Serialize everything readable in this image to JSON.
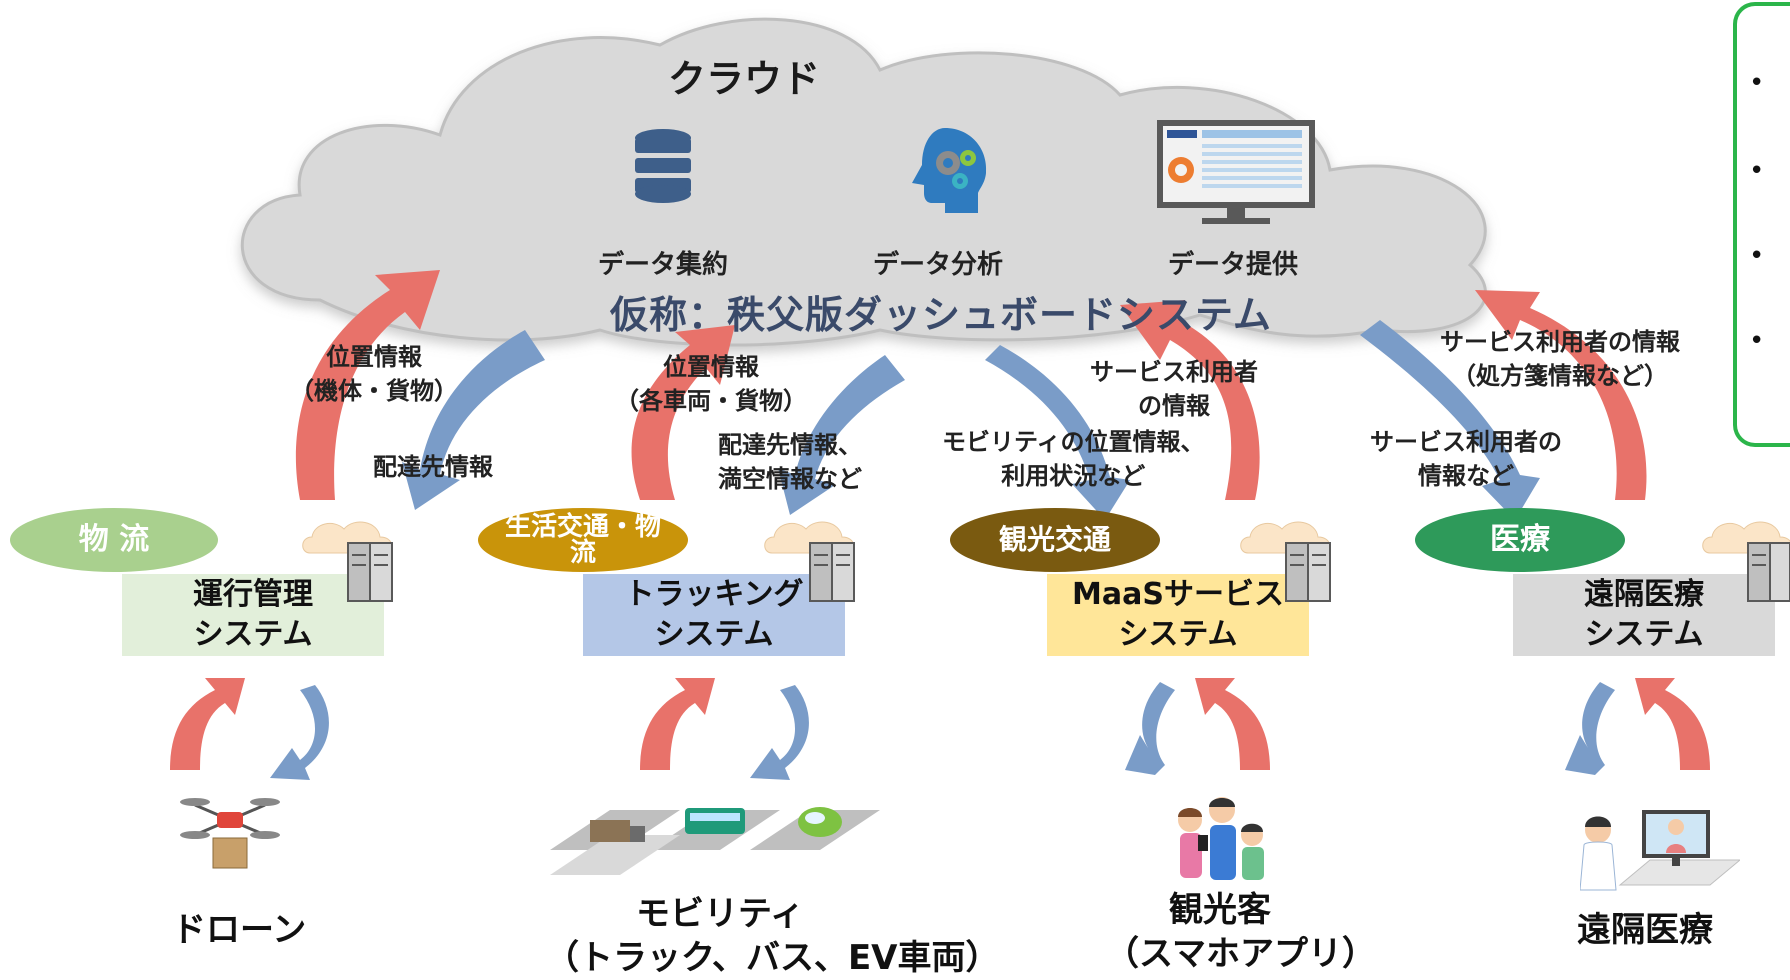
{
  "cloud": {
    "title": "クラウド",
    "system_name": "仮称：秩父版ダッシュボードシステム",
    "icons": [
      {
        "name": "database-icon",
        "label": "データ集約"
      },
      {
        "name": "brain-gear-icon",
        "label": "データ分析"
      },
      {
        "name": "monitor-dashboard-icon",
        "label": "データ提供"
      }
    ]
  },
  "flows": {
    "drone_up": [
      "位置情報",
      "（機体・貨物）"
    ],
    "drone_down": "配達先情報",
    "truck_up": [
      "位置情報",
      "（各車両・貨物）"
    ],
    "truck_down": [
      "配達先情報、",
      "満空情報など"
    ],
    "maas_down": [
      "モビリティの位置情報、",
      "利用状況など"
    ],
    "maas_up": [
      "サービス利用者",
      "の情報"
    ],
    "med_down": [
      "サービス利用者の",
      "情報など"
    ],
    "med_up": [
      "サービス利用者の情報",
      "（処方箋情報など）"
    ]
  },
  "categories": [
    {
      "label": "物 流",
      "color": "#a9d08e"
    },
    {
      "label": "生活交通・物流",
      "color": "#c9940a"
    },
    {
      "label": "観光交通",
      "color": "#7a5a10"
    },
    {
      "label": "医療",
      "color": "#2e9a5a"
    }
  ],
  "systems": [
    {
      "line1": "運行管理",
      "line2": "システム",
      "color": "#e2efda"
    },
    {
      "line1": "トラッキング",
      "line2": "システム",
      "color": "#b4c7e7"
    },
    {
      "line1": "MaaSサービス",
      "line2": "システム",
      "color": "#ffe699"
    },
    {
      "line1": "遠隔医療",
      "line2": "システム",
      "color": "#d9d9d9"
    }
  ],
  "bottom": [
    {
      "icon": "drone-icon",
      "line1": "ドローン",
      "line2": ""
    },
    {
      "icon": "vehicles-icon",
      "line1": "モビリティ",
      "line2": "（トラック、バス、EV車両）"
    },
    {
      "icon": "tourists-icon",
      "line1": "観光客",
      "line2": "（スマホアプリ）"
    },
    {
      "icon": "telemedicine-icon",
      "line1": "遠隔医療",
      "line2": ""
    }
  ],
  "colors": {
    "up_arrow": "#e8726a",
    "down_arrow": "#7a9cc8",
    "legend_border": "#2bb54a"
  }
}
